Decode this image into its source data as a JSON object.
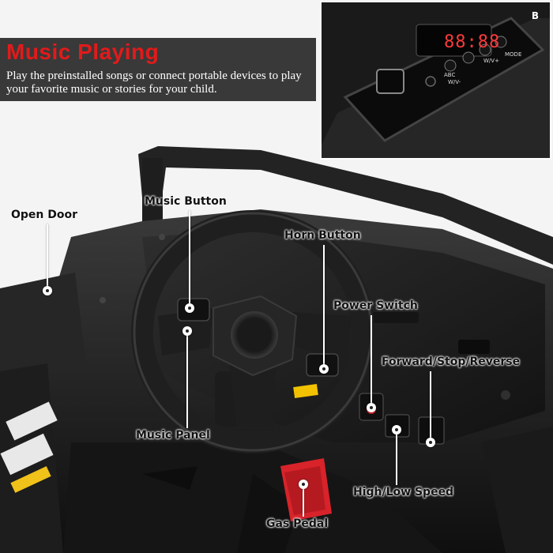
{
  "banner": {
    "title": "Music Playing",
    "text": "Play the preinstalled songs or connect portable devices to play your favorite music or stories for your child."
  },
  "inset": {
    "display_digits": "88:88",
    "button_labels": [
      "ABC",
      "W/V-",
      "W/V+",
      "MODE"
    ],
    "bluetooth_symbol": "B"
  },
  "callouts": {
    "open_door": "Open Door",
    "music_button": "Music Button",
    "horn_button": "Horn Button",
    "power_switch": "Power Switch",
    "forward_stop_reverse": "Forward/Stop/Reverse",
    "music_panel": "Music Panel",
    "high_low_speed": "High/Low Speed",
    "gas_pedal": "Gas Pedal"
  },
  "colors": {
    "title_red": "#e21a1a",
    "banner_bg": "#282828",
    "car_body": "#1c1c1c",
    "pedal_red": "#d8232a"
  }
}
